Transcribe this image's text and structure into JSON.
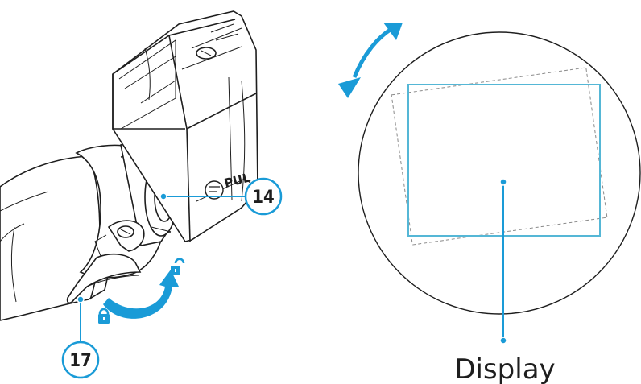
{
  "colors": {
    "accent": "#1a9bd7",
    "accent_light": "#4fb3dd",
    "outline": "#1e1e1e",
    "dashed": "#8a8a8a",
    "display_frame": "#55b7d6"
  },
  "device": {
    "brand_fragment": "PUL",
    "callouts": [
      {
        "id": "14",
        "label": "14"
      },
      {
        "id": "17",
        "label": "17"
      }
    ],
    "icons": [
      "unlock-icon",
      "lock-icon",
      "rotate-arrow-icon"
    ]
  },
  "display_view": {
    "caption": "Display",
    "icons": [
      "double-arrow-rotate-icon"
    ]
  }
}
